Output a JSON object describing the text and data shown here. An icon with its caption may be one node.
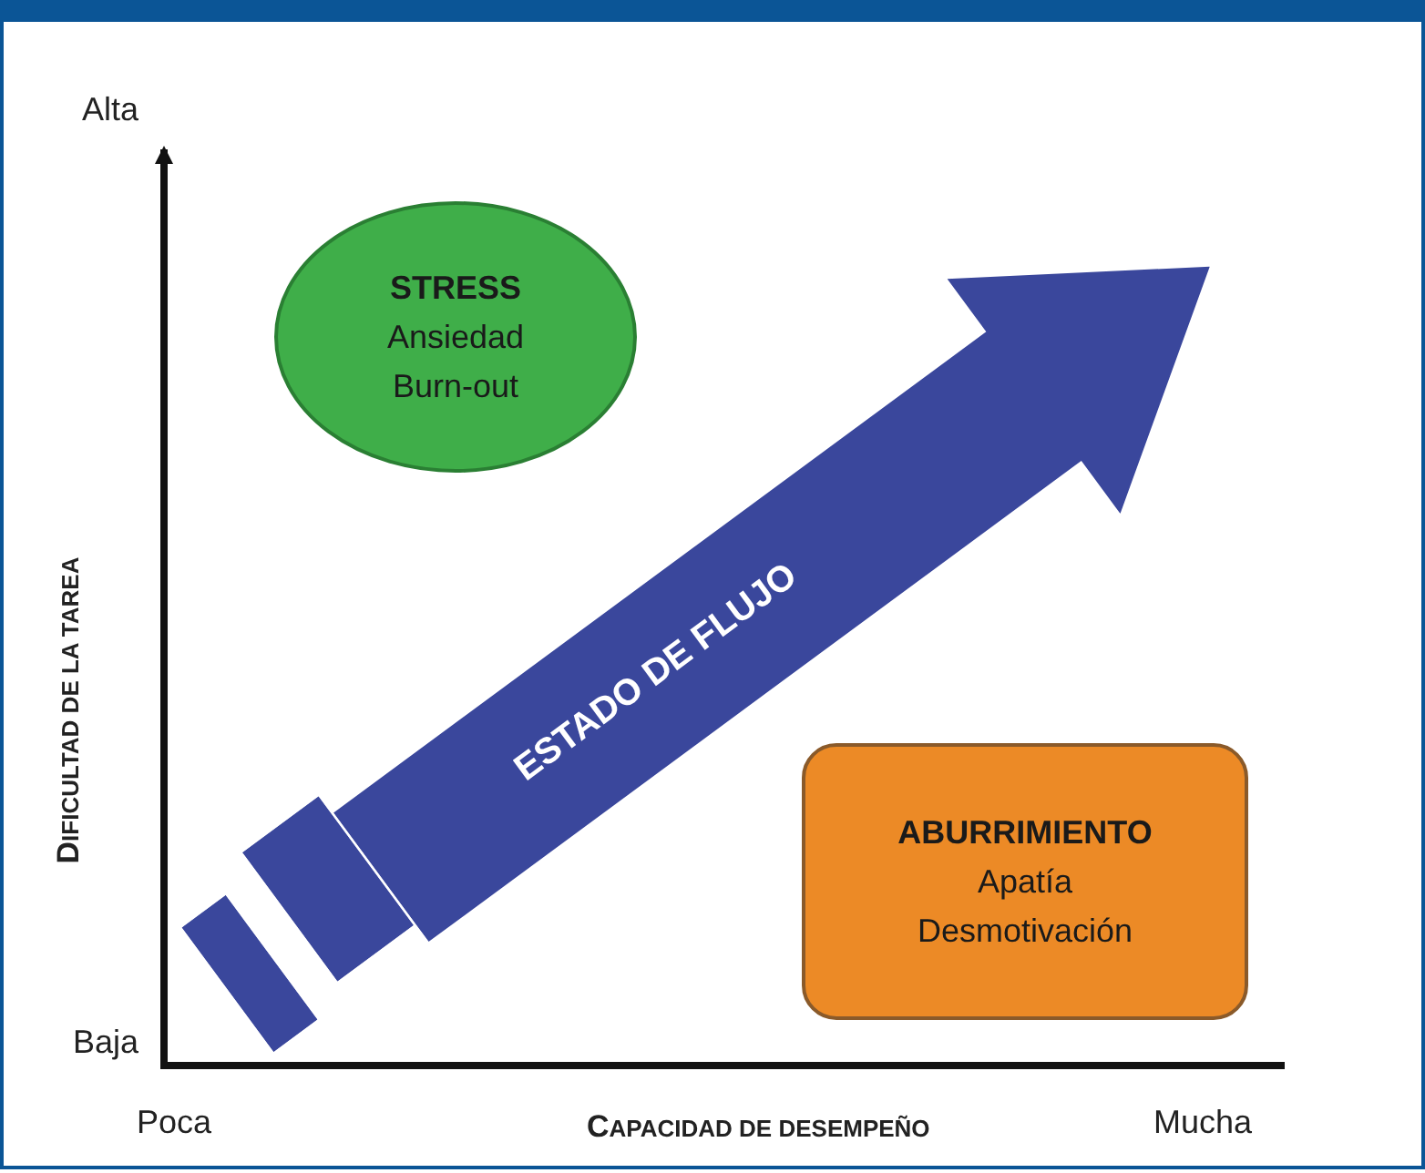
{
  "diagram": {
    "nodes": [
      {
        "text": [
          "STRESS",
          "Ansiedad",
          "Burn-out"
        ]
      },
      {
        "text": [],
        "shape": "bar"
      },
      {
        "text": [],
        "shape": "bar"
      },
      {
        "text": [
          "ESTADO DE FLUJO"
        ]
      },
      {
        "text": [
          "ABURRIMIENTO",
          "Apatía",
          "Desmotivación"
        ]
      }
    ],
    "edges": [],
    "labels": [
      "Alta",
      "DIFICULTAD DE LA TAREA",
      "Baja",
      "Poca",
      "CAPACIDAD DE DESEMPEÑO",
      "Mucha"
    ]
  }
}
